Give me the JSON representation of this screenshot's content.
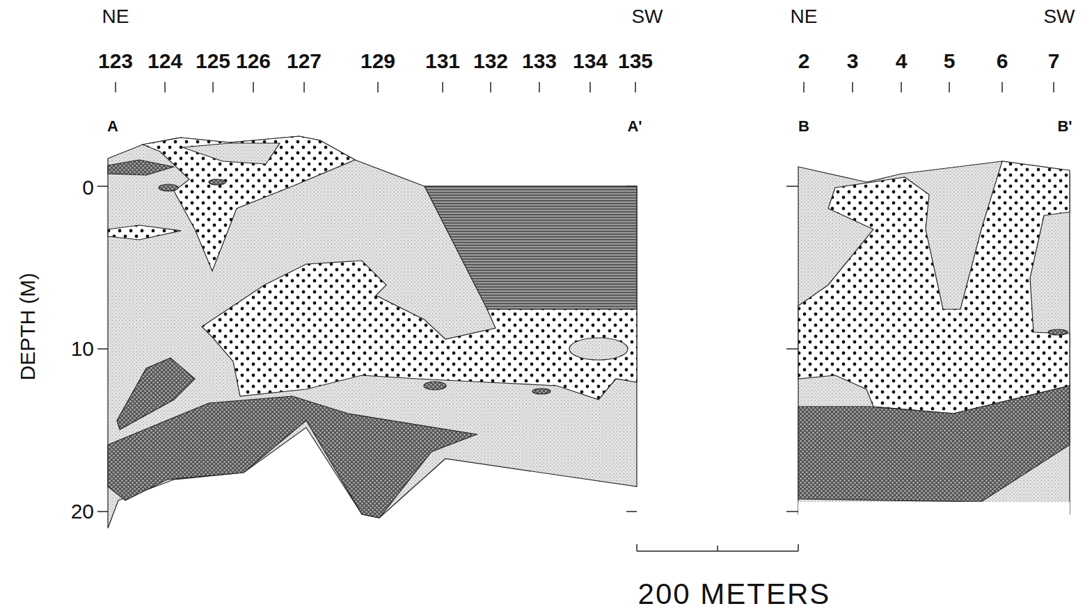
{
  "diagram": {
    "labels": [
      "NE",
      "SW",
      "123",
      "124",
      "125",
      "126",
      "127",
      "129",
      "131",
      "132",
      "133",
      "134",
      "135",
      "A",
      "A'",
      "NE",
      "SW",
      "2",
      "3",
      "4",
      "5",
      "6",
      "7",
      "B",
      "B'",
      "DEPTH (M)",
      "0",
      "10",
      "20",
      "200 METERS"
    ]
  }
}
